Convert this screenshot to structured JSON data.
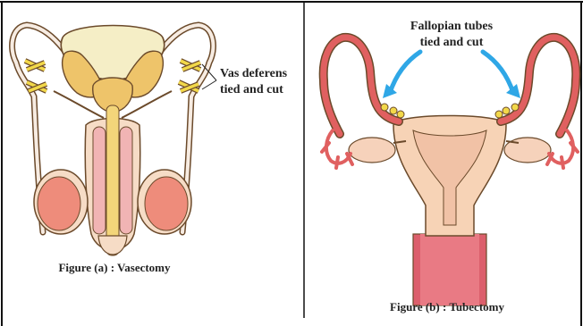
{
  "figure_a": {
    "callout_line1": "Vas deferens",
    "callout_line2": "tied and cut",
    "caption": "Figure (a) : Vasectomy"
  },
  "figure_b": {
    "callout_line1": "Fallopian tubes",
    "callout_line2": "tied and cut",
    "caption": "Figure (b) : Tubectomy"
  },
  "colors": {
    "border": "#111111",
    "text": "#222222",
    "organ_outline": "#6b4a2b",
    "bladder": "#f5eec6",
    "gland": "#eec46a",
    "penis_skin": "#f6dcc6",
    "testis": "#ee8c7b",
    "tube_red": "#e06060",
    "uterus": "#f7d3b6",
    "vagina": "#dc5f6c",
    "arrow_blue": "#2fa7e6",
    "tie_yellow": "#f2d84a"
  }
}
